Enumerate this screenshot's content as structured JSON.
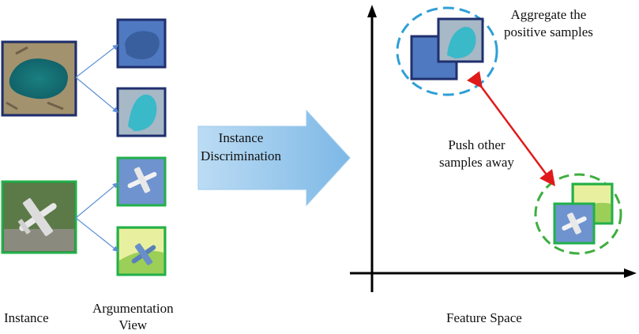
{
  "labels": {
    "instance": "Instance",
    "augmentation_line1": "Argumentation",
    "augmentation_line2": "View",
    "feature_space": "Feature Space",
    "aggregate_line1": "Aggregate the",
    "aggregate_line2": "positive samples",
    "push_line1": "Push other",
    "push_line2": "samples away",
    "discrimination_line1": "Instance",
    "discrimination_line2": "Discrimination"
  },
  "colors": {
    "lake_frame": "#1f2f6e",
    "airplane_frame": "#22b04a",
    "blue_cluster": "#2f9fd6",
    "green_cluster": "#3fae3f",
    "push_arrow": "#e01a1a",
    "big_arrow_fill": "#8fc3ea",
    "connector": "#5b8fd6"
  },
  "icons": {
    "lake_instance": "satellite-lake-image",
    "airplane_instance": "satellite-airplane-image"
  }
}
